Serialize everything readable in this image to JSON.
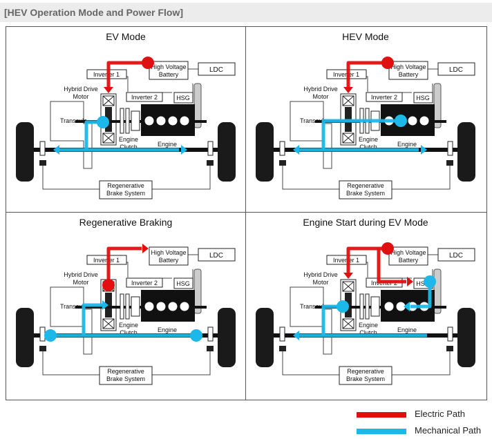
{
  "header": {
    "title": "[HEV Operation Mode and Power Flow]"
  },
  "colors": {
    "electric": "#e01010",
    "mechanical": "#1cb8ea"
  },
  "labels": {
    "inverter1": "Inverter 1",
    "inverter2": "Inverter 2",
    "battery_line1": "High Voltage",
    "battery_line2": "Battery",
    "ldc": "LDC",
    "hsg": "HSG",
    "motor_line1": "Hybrid Drive",
    "motor_line2": "Motor",
    "transaxle": "Transaxle",
    "clutch_line1": "Engine",
    "clutch_line2": "Clutch",
    "engine": "Engine",
    "brake_line1": "Regenerative",
    "brake_line2": "Brake System"
  },
  "panels": [
    {
      "id": "ev",
      "title": "EV Mode"
    },
    {
      "id": "hev",
      "title": "HEV Mode"
    },
    {
      "id": "regen",
      "title": "Regenerative Braking"
    },
    {
      "id": "start",
      "title": "Engine Start during EV Mode"
    }
  ],
  "legend": {
    "electric_label": "Electric Path",
    "mechanical_label": "Mechanical Path"
  }
}
